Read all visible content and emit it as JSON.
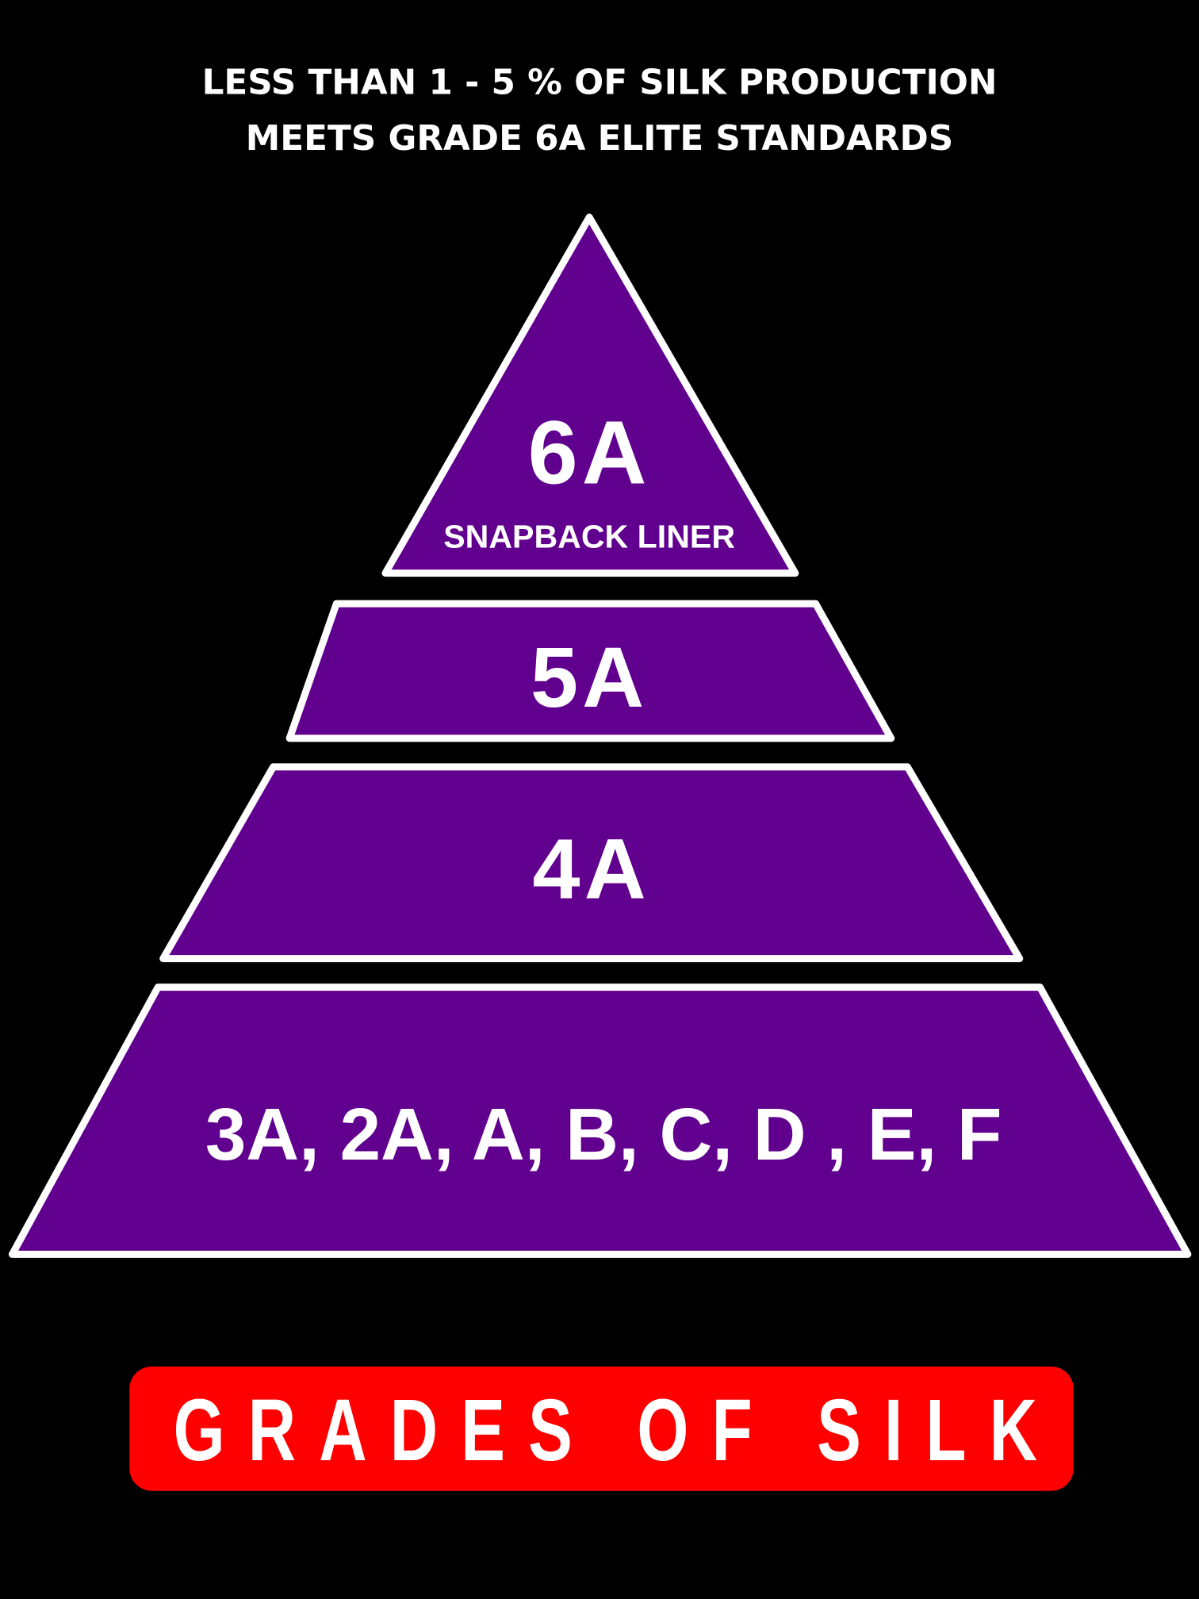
{
  "heading": {
    "line1": "LESS THAN 1 - 5 % OF SILK PRODUCTION",
    "line2": "MEETS GRADE 6A ELITE STANDARDS"
  },
  "pyramid": {
    "tiers": [
      {
        "label": "6A",
        "sublabel": "SNAPBACK LINER"
      },
      {
        "label": "5A"
      },
      {
        "label": "4A"
      },
      {
        "label": "3A, 2A, A, B, C, D , E, F"
      }
    ]
  },
  "banner": {
    "title": "GRADES OF SILK"
  },
  "colors": {
    "tier_fill": "#61008f",
    "banner": "#ff0000",
    "background": "#000000"
  }
}
